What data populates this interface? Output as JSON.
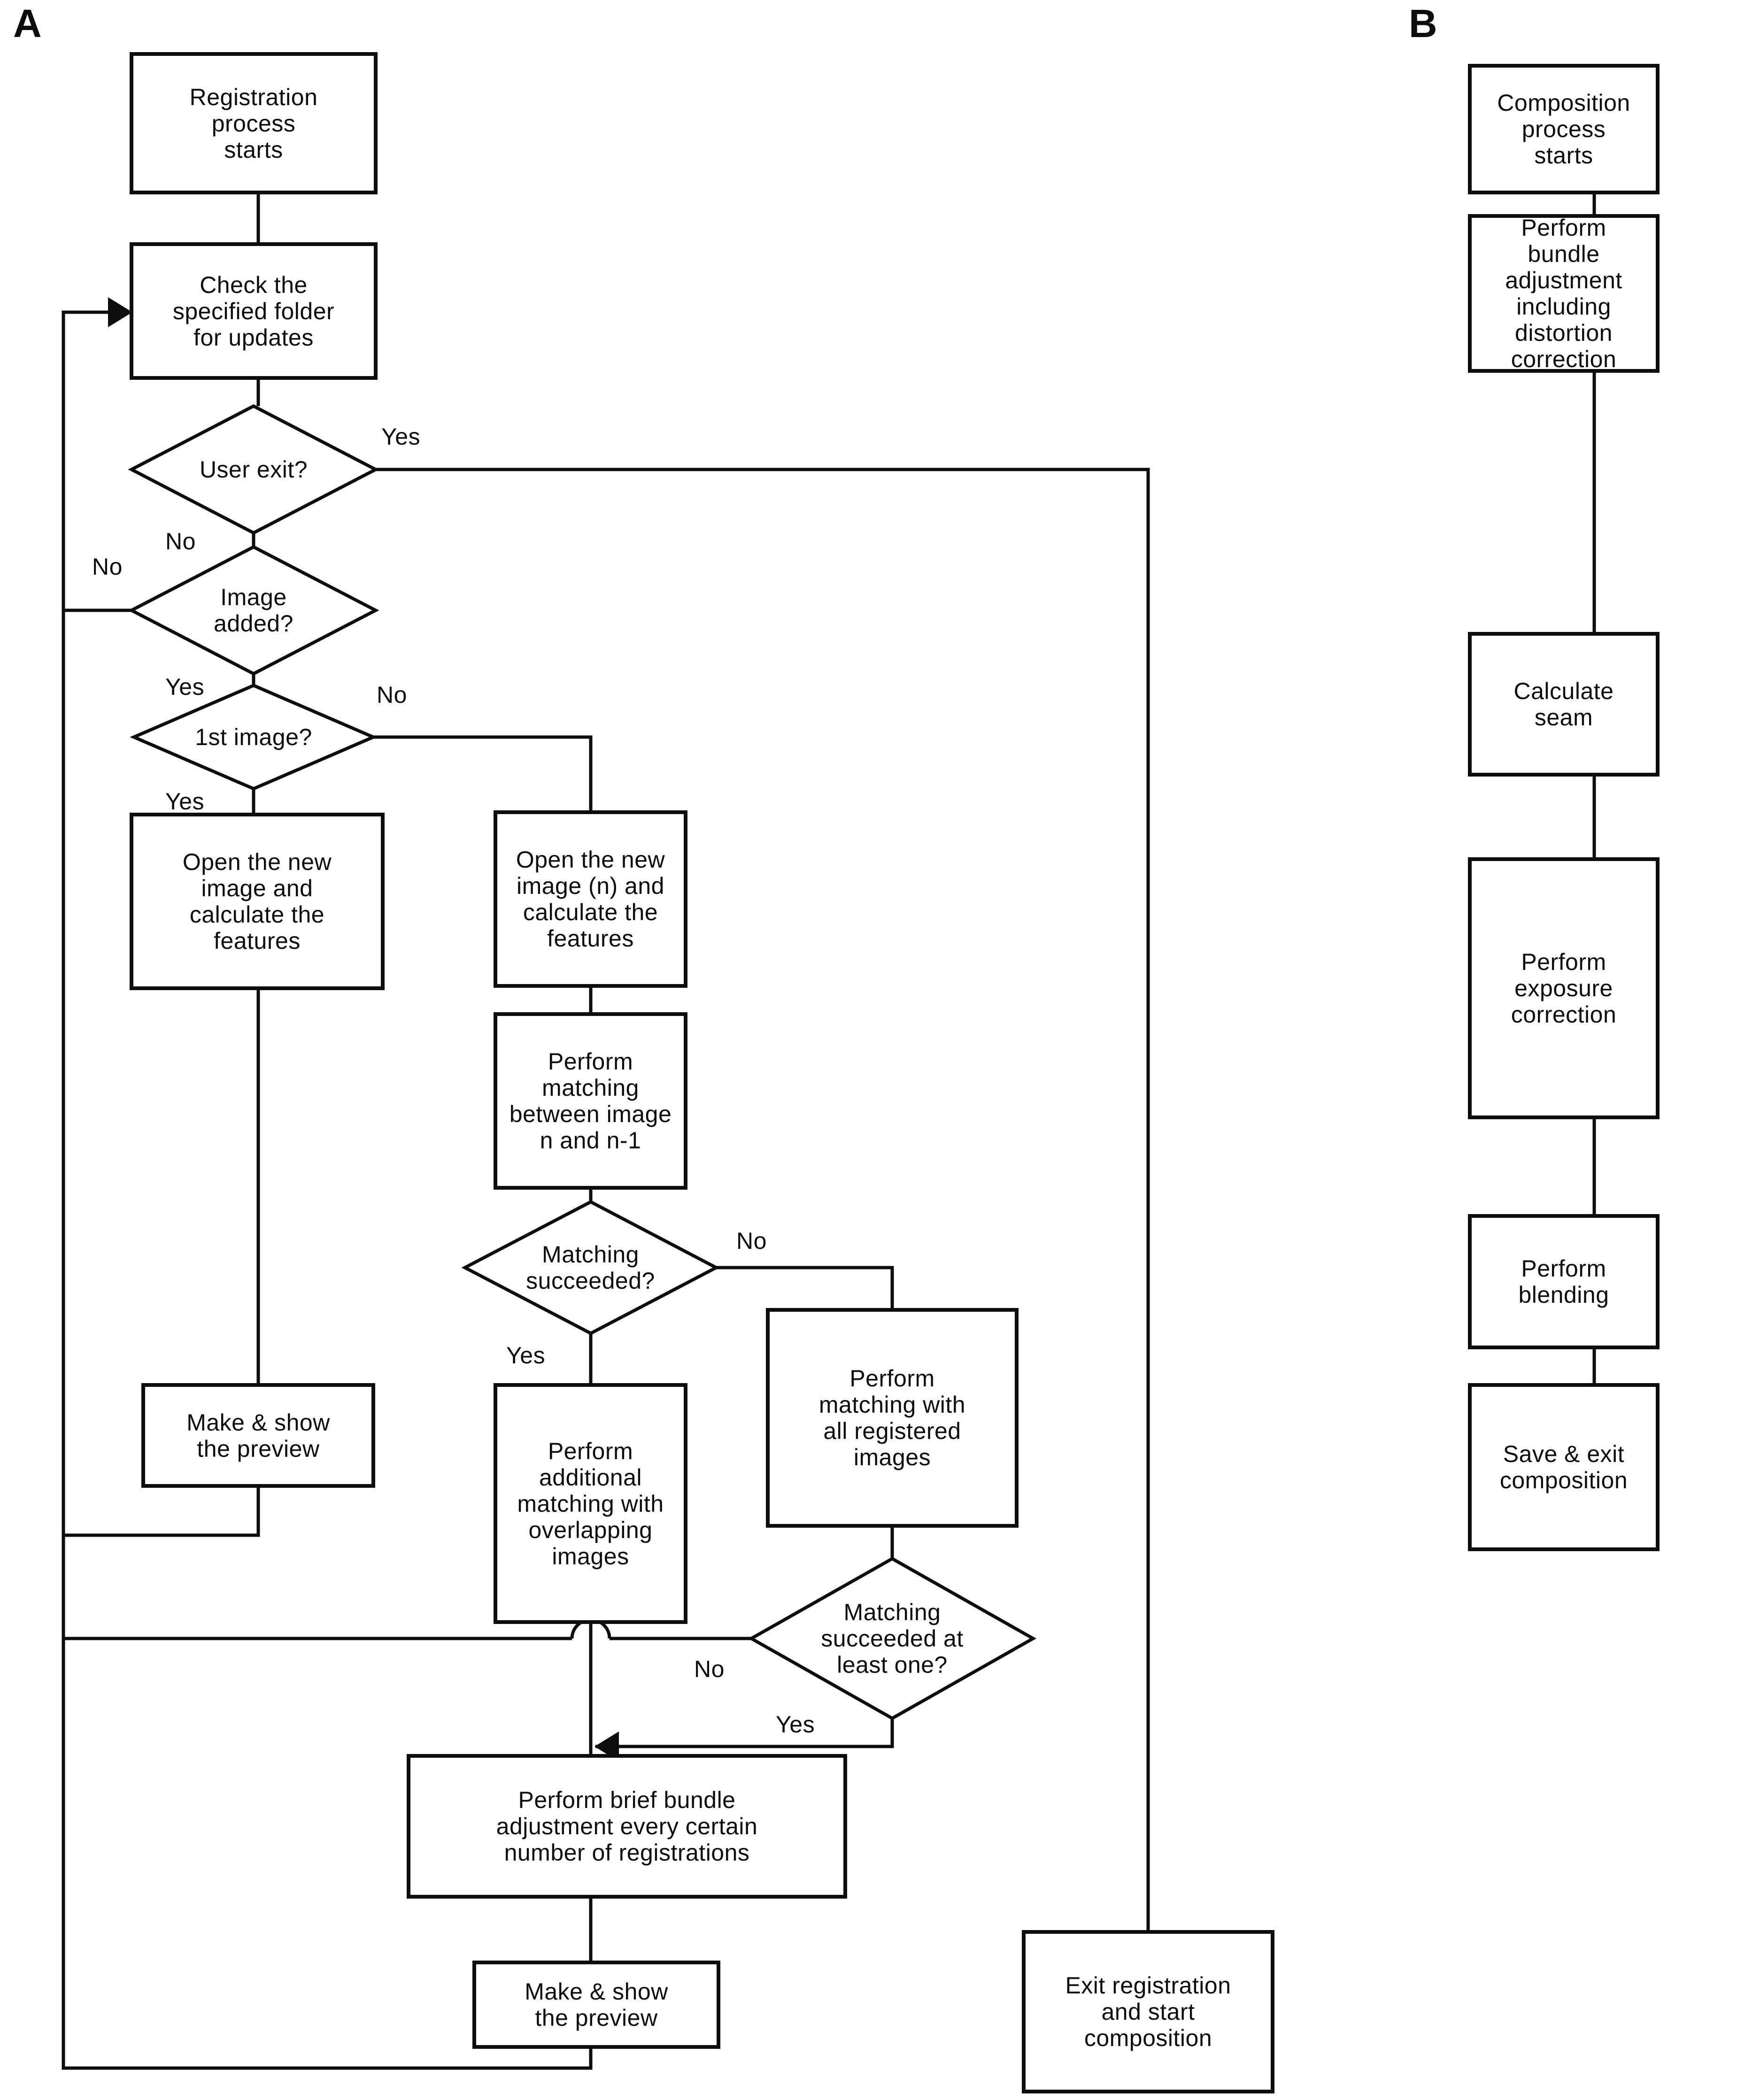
{
  "panels": {
    "a": "A",
    "b": "B"
  },
  "nodes": {
    "reg_start": {
      "label": "Registration\nprocess\nstarts"
    },
    "check_folder": {
      "label": "Check the\nspecified folder\nfor updates"
    },
    "user_exit": {
      "label": "User exit?"
    },
    "image_added": {
      "label": "Image\nadded?"
    },
    "first_image": {
      "label": "1st image?"
    },
    "open_new_left": {
      "label": "Open the new\nimage and\ncalculate the\nfeatures"
    },
    "open_new_n": {
      "label": "Open the new\nimage (n) and\ncalculate the\nfeatures"
    },
    "match_n": {
      "label": "Perform\nmatching\nbetween image\nn and n-1"
    },
    "match_succeeded": {
      "label": "Matching\nsucceeded?"
    },
    "additional": {
      "label": "Perform\nadditional\nmatching with\noverlapping\nimages"
    },
    "all_registered": {
      "label": "Perform\nmatching with\nall registered\nimages"
    },
    "least_one": {
      "label": "Matching\nsucceeded at\nleast one?"
    },
    "brief_bundle": {
      "label": "Perform brief bundle\nadjustment every certain\nnumber of registrations"
    },
    "preview_left": {
      "label": "Make & show\nthe preview"
    },
    "preview_bottom": {
      "label": "Make & show\nthe preview"
    },
    "exit_reg": {
      "label": "Exit registration\nand start\ncomposition"
    },
    "comp_start": {
      "label": "Composition\nprocess\nstarts"
    },
    "bundle_adj": {
      "label": "Perform\nbundle\nadjustment\nincluding\ndistortion\ncorrection"
    },
    "calc_seam": {
      "label": "Calculate\nseam"
    },
    "exposure": {
      "label": "Perform\nexposure\ncorrection"
    },
    "blending": {
      "label": "Perform\nblending"
    },
    "save_exit": {
      "label": "Save & exit\ncomposition"
    }
  },
  "edge_labels": {
    "user_exit_yes": "Yes",
    "user_exit_no": "No",
    "image_added_no": "No",
    "image_added_yes": "Yes",
    "first_image_no": "No",
    "first_image_yes": "Yes",
    "match_yes": "Yes",
    "match_no": "No",
    "least_no": "No",
    "least_yes": "Yes"
  },
  "colors": {
    "stroke": "#0d0d0d",
    "fill": "#ffffff"
  }
}
